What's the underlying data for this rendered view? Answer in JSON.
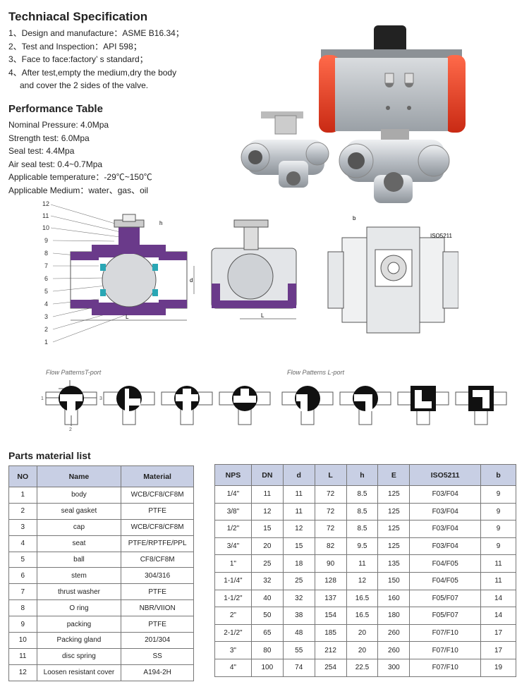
{
  "spec": {
    "title": "Techniacal Specification",
    "items": [
      "1、Design and manufacture：ASME B16.34；",
      "2、Test and Inspection：API 598；",
      "3、Face to face:factory’ s standard；",
      "4、After test,empty the medium,dry the body",
      "and cover the 2 sides of the valve."
    ]
  },
  "performance": {
    "title": "Performance Table",
    "items": [
      "Nominal Pressure: 4.0Mpa",
      "Strength test: 6.0Mpa",
      "Seal test: 4.4Mpa",
      "Air seal test: 0.4~0.7Mpa",
      "Applicable temperature：-29℃~150℃",
      "Applicable Medium：water、gas、oil"
    ]
  },
  "drawing": {
    "part_numbers": [
      "12",
      "11",
      "10",
      "9",
      "8",
      "7",
      "6",
      "5",
      "4",
      "3",
      "2",
      "1"
    ],
    "dims": {
      "h": "h",
      "d": "d",
      "L": "L",
      "L2": "L",
      "b": "b",
      "iso": "ISO5211"
    }
  },
  "flow": {
    "t_label": "Flow PatternsT-port",
    "l_label": "Flow Patterns L-port",
    "port1": "1",
    "port2": "2",
    "port3": "3"
  },
  "parts": {
    "title": "Parts material list",
    "headers": [
      "NO",
      "Name",
      "Material"
    ],
    "rows": [
      [
        "1",
        "body",
        "WCB/CF8/CF8M"
      ],
      [
        "2",
        "seal gasket",
        "PTFE"
      ],
      [
        "3",
        "cap",
        "WCB/CF8/CF8M"
      ],
      [
        "4",
        "seat",
        "PTFE/RPTFE/PPL"
      ],
      [
        "5",
        "ball",
        "CF8/CF8M"
      ],
      [
        "6",
        "stem",
        "304/316"
      ],
      [
        "7",
        "thrust washer",
        "PTFE"
      ],
      [
        "8",
        "O ring",
        "NBR/VIION"
      ],
      [
        "9",
        "packing",
        "PTFE"
      ],
      [
        "10",
        "Packing gland",
        "201/304"
      ],
      [
        "11",
        "disc spring",
        "SS"
      ],
      [
        "12",
        "Loosen resistant cover",
        "A194-2H"
      ]
    ]
  },
  "dimensions": {
    "headers": [
      "NPS",
      "DN",
      "d",
      "L",
      "h",
      "E",
      "ISO5211",
      "b"
    ],
    "rows": [
      [
        "1/4\"",
        "11",
        "11",
        "72",
        "8.5",
        "125",
        "F03/F04",
        "9"
      ],
      [
        "3/8\"",
        "12",
        "11",
        "72",
        "8.5",
        "125",
        "F03/F04",
        "9"
      ],
      [
        "1/2\"",
        "15",
        "12",
        "72",
        "8.5",
        "125",
        "F03/F04",
        "9"
      ],
      [
        "3/4\"",
        "20",
        "15",
        "82",
        "9.5",
        "125",
        "F03/F04",
        "9"
      ],
      [
        "1\"",
        "25",
        "18",
        "90",
        "11",
        "135",
        "F04/F05",
        "11"
      ],
      [
        "1-1/4\"",
        "32",
        "25",
        "128",
        "12",
        "150",
        "F04/F05",
        "11"
      ],
      [
        "1-1/2\"",
        "40",
        "32",
        "137",
        "16.5",
        "160",
        "F05/F07",
        "14"
      ],
      [
        "2\"",
        "50",
        "38",
        "154",
        "16.5",
        "180",
        "F05/F07",
        "14"
      ],
      [
        "2-1/2\"",
        "65",
        "48",
        "185",
        "20",
        "260",
        "F07/F10",
        "17"
      ],
      [
        "3\"",
        "80",
        "55",
        "212",
        "20",
        "260",
        "F07/F10",
        "17"
      ],
      [
        "4\"",
        "100",
        "74",
        "254",
        "22.5",
        "300",
        "F07/F10",
        "19"
      ]
    ]
  },
  "colors": {
    "header_bg": "#c8cfe4",
    "actuator_red": "#e8442a",
    "purple": "#6a3a8a",
    "steel": "#c9cdd2"
  }
}
